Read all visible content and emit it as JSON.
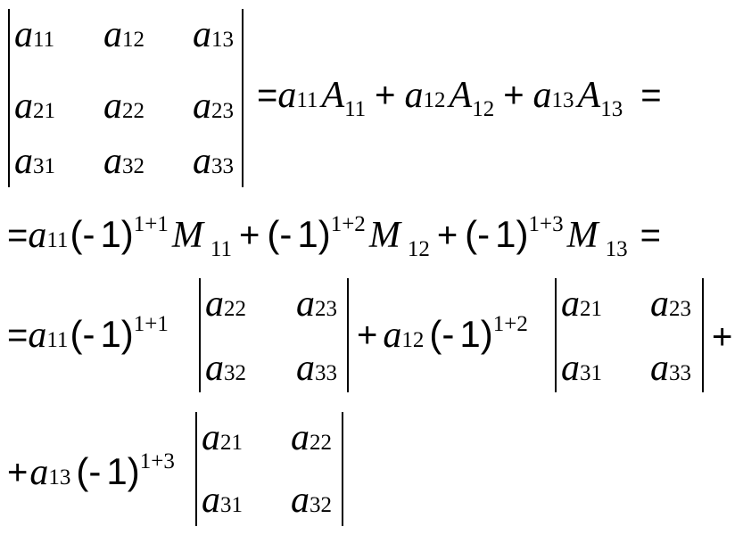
{
  "sym": {
    "a": "a",
    "A": "A",
    "M": "M",
    "eq": "=",
    "plus": "+",
    "lp": "(",
    "rp": ")",
    "minus": "-",
    "one": "1"
  },
  "idx": {
    "i11": "11",
    "i12": "12",
    "i13": "13",
    "i21": "21",
    "i22": "22",
    "i23": "23",
    "i31": "31",
    "i32": "32",
    "i33": "33"
  },
  "pow": {
    "p11": "1+1",
    "p12": "1+2",
    "p13": "1+3"
  }
}
